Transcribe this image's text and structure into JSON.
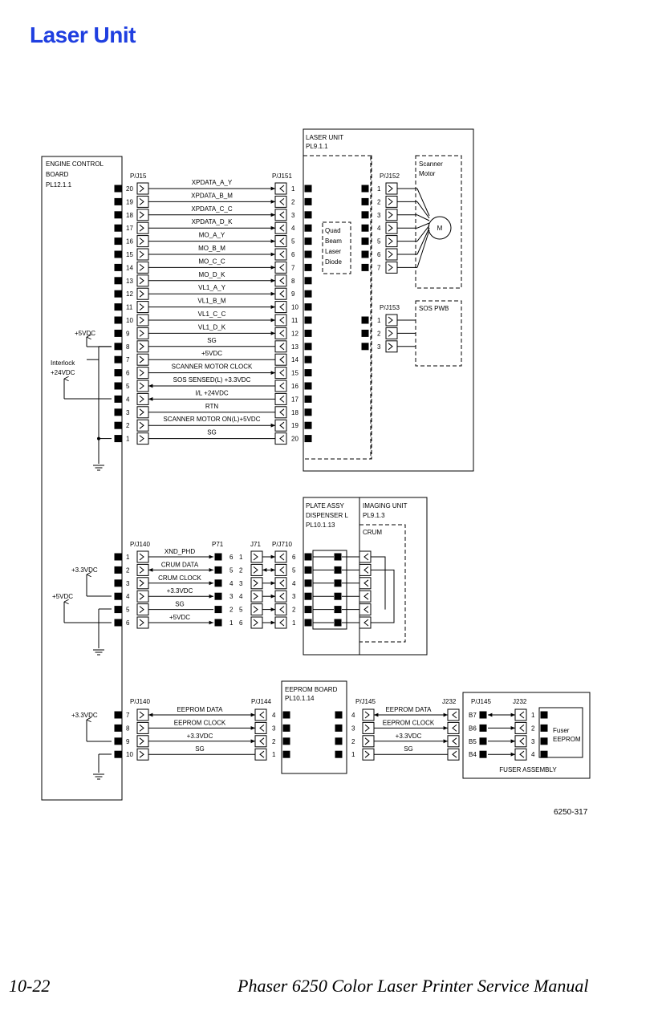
{
  "page": {
    "title": "Laser Unit",
    "figure_id": "6250-317",
    "footer_page": "10-22",
    "footer_title": "Phaser 6250 Color Laser Printer Service Manual"
  },
  "ecb": {
    "lines": [
      "ENGINE CONTROL",
      "BOARD",
      "PL12.1.1"
    ]
  },
  "laser_unit": {
    "lines": [
      "LASER UNIT",
      "PL9.1.1"
    ]
  },
  "quad": {
    "lines": [
      "Quad",
      "Beam",
      "Laser",
      "Diode"
    ]
  },
  "scanner": {
    "lines": [
      "Scanner",
      "Motor"
    ],
    "motor": "M"
  },
  "sos_pwb": "SOS PWB",
  "laser_section": {
    "conn_left": "P/J15",
    "conn_right": "P/J151",
    "conn_p152": "P/J152",
    "conn_p153": "P/J153",
    "left_pins": [
      "20",
      "19",
      "18",
      "17",
      "16",
      "15",
      "14",
      "13",
      "12",
      "11",
      "10",
      "9",
      "8",
      "7",
      "6",
      "5",
      "4",
      "3",
      "2",
      "1"
    ],
    "right_pins": [
      "1",
      "2",
      "3",
      "4",
      "5",
      "6",
      "7",
      "8",
      "9",
      "10",
      "11",
      "12",
      "13",
      "14",
      "15",
      "16",
      "17",
      "18",
      "19",
      "20"
    ],
    "signals": [
      "XPDATA_A_Y",
      "XPDATA_B_M",
      "XPDATA_C_C",
      "XPDATA_D_K",
      "MO_A_Y",
      "MO_B_M",
      "MO_C_C",
      "MO_D_K",
      "VL1_A_Y",
      "VL1_B_M",
      "VL1_C_C",
      "VL1_D_K",
      "SG",
      "+5VDC",
      "SCANNER MOTOR CLOCK",
      "SOS SENSED(L) +3.3VDC",
      "I/L +24VDC",
      "RTN",
      "SCANNER MOTOR ON(L)+5VDC",
      "SG"
    ],
    "p152_pins": [
      "1",
      "2",
      "3",
      "4",
      "5",
      "6",
      "7"
    ],
    "p153_pins": [
      "1",
      "2",
      "3"
    ],
    "v5_label": "+5VDC",
    "interlock_lines": [
      "Interlock",
      "+24VDC"
    ]
  },
  "plate_assy": {
    "lines": [
      "PLATE ASSY",
      "DISPENSER L",
      "PL10.1.13"
    ]
  },
  "imaging_unit": {
    "lines": [
      "IMAGING UNIT",
      "PL9.1.3"
    ],
    "crum": "CRUM"
  },
  "crum_section": {
    "conn_left": "P/J140",
    "conn_p71": "P71",
    "conn_j71": "J71",
    "conn_pj710": "P/J710",
    "left_pins": [
      "1",
      "2",
      "3",
      "4",
      "5",
      "6"
    ],
    "p71_pins": [
      "6",
      "5",
      "4",
      "3",
      "2",
      "1"
    ],
    "j71_pins": [
      "1",
      "2",
      "3",
      "4",
      "5",
      "6"
    ],
    "right_pins": [
      "6",
      "5",
      "4",
      "3",
      "2",
      "1"
    ],
    "signals": [
      "XND_PHD",
      "CRUM DATA",
      "CRUM CLOCK",
      "+3.3VDC",
      "SG",
      "+5VDC"
    ],
    "v33_label": "+3.3VDC",
    "v5_label": "+5VDC"
  },
  "eeprom_board": {
    "lines": [
      "EEPROM BOARD",
      "PL10.1.14"
    ]
  },
  "eeprom_section": {
    "conn_left": "P/J140",
    "conn_p144": "P/J144",
    "left_pins": [
      "7",
      "8",
      "9",
      "10"
    ],
    "p144_pins": [
      "4",
      "3",
      "2",
      "1"
    ],
    "signals": [
      "EEPROM DATA",
      "EEPROM CLOCK",
      "+3.3VDC",
      "SG"
    ],
    "v33_label": "+3.3VDC",
    "conn_p145": "P/J145",
    "conn_j232": "J232",
    "p145_pins": [
      "4",
      "3",
      "2",
      "1"
    ],
    "signals2": [
      "EEPROM DATA",
      "EEPROM CLOCK",
      "+3.3VDC",
      "SG"
    ]
  },
  "fuser_assembly": {
    "label": "FUSER ASSEMBLY",
    "conn_p145": "P/J145",
    "conn_j232": "J232",
    "left_pins": [
      "B7",
      "B6",
      "B5",
      "B4"
    ],
    "right_pins": [
      "1",
      "2",
      "3",
      "4"
    ],
    "eeprom_lines": [
      "Fuser",
      "EEPROM"
    ]
  }
}
